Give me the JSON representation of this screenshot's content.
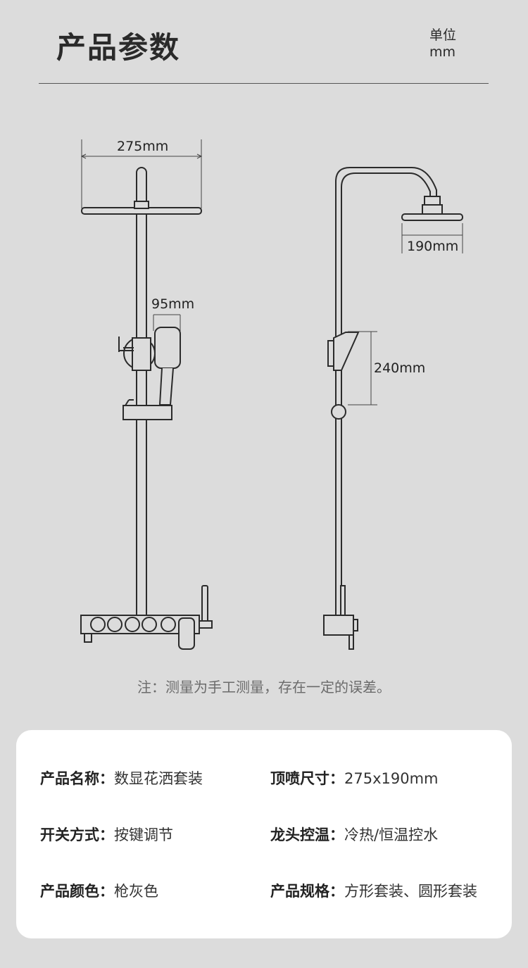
{
  "header": {
    "title": "产品参数",
    "unit_label": "单位",
    "unit_value": "mm"
  },
  "drawing": {
    "dim_top_width": "275mm",
    "dim_handshower_width": "95mm",
    "dim_side_head": "190mm",
    "dim_side_height": "240mm"
  },
  "note": "注：测量为手工测量，存在一定的误差。",
  "specs": [
    {
      "key": "产品名称：",
      "value": "数显花洒套装"
    },
    {
      "key": "顶喷尺寸：",
      "value": "275x190mm"
    },
    {
      "key": "开关方式：",
      "value": "按键调节"
    },
    {
      "key": "龙头控温：",
      "value": "冷热/恒温控水"
    },
    {
      "key": "产品颜色：",
      "value": "枪灰色"
    },
    {
      "key": "产品规格：",
      "value": "方形套装、圆形套装"
    }
  ]
}
